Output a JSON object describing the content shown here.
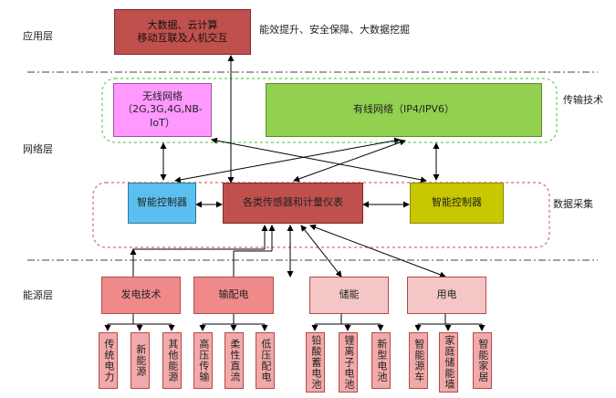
{
  "layers": {
    "application": "应用层",
    "network": "网络层",
    "energy": "能源层"
  },
  "side_labels": {
    "app_goal": "能效提升、安全保障、大数据挖掘",
    "transmission": "传输技术",
    "data_collection": "数据采集"
  },
  "nodes": {
    "bigdata": "大数据、云计算\n移动互联及人机交互",
    "wireless": "无线网络\n（2G,3G,4G,NB-IoT）",
    "wired": "有线网络（IP4/IPV6）",
    "controller_left": "智能控制器",
    "sensors": "各类传感器和计量仪表",
    "controller_right": "智能控制器",
    "generation": "发电技术",
    "distribution": "输配电",
    "storage": "储能",
    "consumption": "用电"
  },
  "leaves": {
    "generation": [
      "传统电力",
      "新能源",
      "其他能源"
    ],
    "distribution": [
      "高压传输",
      "柔性直流",
      "低压配电"
    ],
    "storage": [
      "铅酸蓄电池",
      "锂离子电池",
      "新型电池"
    ],
    "consumption": [
      "智能源车",
      "家庭储能墙",
      "智能家居"
    ]
  },
  "colors": {
    "bigdata": "#c0504d",
    "wireless": "#ff99ff",
    "wired": "#92d050",
    "controller_left": "#5bc0f0",
    "sensors": "#c0504d",
    "controller_right": "#c8c800",
    "generation": "#f08a8a",
    "distribution": "#f08a8a",
    "storage": "#f4c6c6",
    "consumption": "#f4c6c6",
    "leaf": "#f2a9a9",
    "transmission_frame": "#66cc66",
    "collection_frame": "#e06666"
  }
}
